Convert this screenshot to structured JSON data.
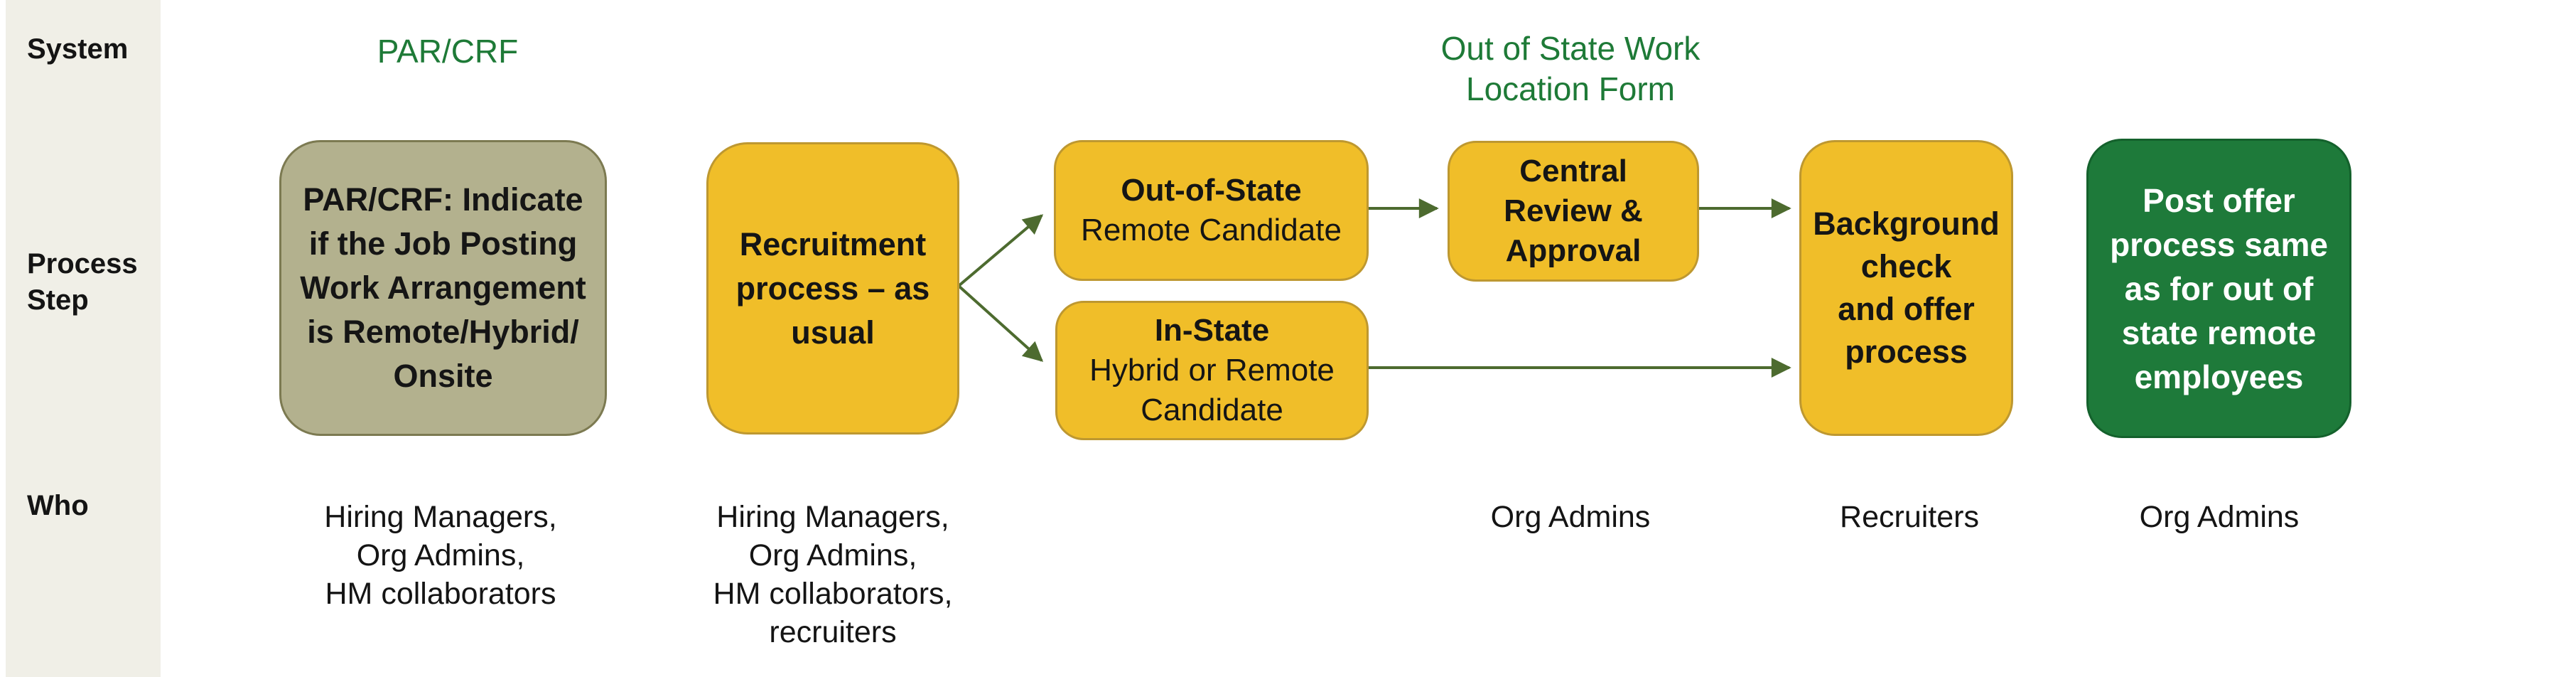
{
  "colors": {
    "sidebar_bg": "#F0EFE7",
    "yellow_box": "#F0BE29",
    "yellow_border": "#BE9830",
    "olive_box": "#B3B18E",
    "olive_border": "#7C7A51",
    "green_box": "#1E7A3A",
    "header_green_text": "#1E7A37",
    "arrow_green": "#4D6B2F",
    "text_dark": "#151515",
    "text_light": "#FFFFFF"
  },
  "sidebar": {
    "system": "System",
    "process_step": "Process Step",
    "who": "Who"
  },
  "headers": {
    "par_crf": "PAR/CRF",
    "oos_form_line1": "Out of State Work",
    "oos_form_line2": "Location Form"
  },
  "boxes": {
    "par_crf": {
      "lines": [
        "PAR/CRF: Indicate",
        "if the Job Posting",
        "Work Arrangement",
        "is Remote/Hybrid/",
        "Onsite"
      ]
    },
    "recruitment": {
      "lines": [
        "Recruitment",
        "process – as",
        "usual"
      ]
    },
    "out_of_state": {
      "lines": [
        "Out-of-State",
        "Remote Candidate"
      ]
    },
    "in_state": {
      "lines": [
        "In-State",
        "Hybrid or Remote",
        "Candidate"
      ]
    },
    "central_review": {
      "lines": [
        "Central",
        "Review &",
        "Approval"
      ]
    },
    "background_check": {
      "lines": [
        "Background",
        "check",
        "and offer",
        "process"
      ]
    },
    "post_offer": {
      "lines": [
        "Post offer",
        "process same",
        "as for out of",
        "state remote",
        "employees"
      ]
    }
  },
  "who": {
    "par_crf": [
      "Hiring Managers,",
      "Org Admins,",
      "HM collaborators"
    ],
    "recruitment": [
      "Hiring Managers,",
      "Org Admins,",
      "HM collaborators,",
      "recruiters"
    ],
    "central_review": [
      "Org Admins"
    ],
    "background_check": [
      "Recruiters"
    ],
    "post_offer": [
      "Org Admins"
    ]
  }
}
